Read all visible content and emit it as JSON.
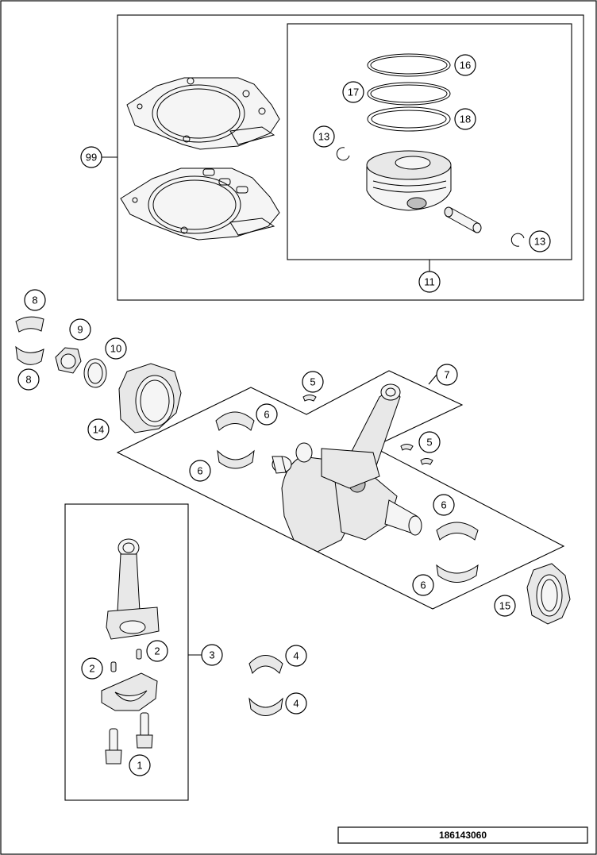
{
  "diagram": {
    "document_number": "186143060",
    "callouts": [
      {
        "id": "c99",
        "label": "99"
      },
      {
        "id": "c16",
        "label": "16"
      },
      {
        "id": "c17",
        "label": "17"
      },
      {
        "id": "c18",
        "label": "18"
      },
      {
        "id": "c13a",
        "label": "13"
      },
      {
        "id": "c13b",
        "label": "13"
      },
      {
        "id": "c11",
        "label": "11"
      },
      {
        "id": "c8a",
        "label": "8"
      },
      {
        "id": "c8b",
        "label": "8"
      },
      {
        "id": "c9",
        "label": "9"
      },
      {
        "id": "c10",
        "label": "10"
      },
      {
        "id": "c14",
        "label": "14"
      },
      {
        "id": "c5a",
        "label": "5"
      },
      {
        "id": "c5b",
        "label": "5"
      },
      {
        "id": "c7",
        "label": "7"
      },
      {
        "id": "c6a",
        "label": "6"
      },
      {
        "id": "c6b",
        "label": "6"
      },
      {
        "id": "c6c",
        "label": "6"
      },
      {
        "id": "c6d",
        "label": "6"
      },
      {
        "id": "c15",
        "label": "15"
      },
      {
        "id": "c3",
        "label": "3"
      },
      {
        "id": "c2a",
        "label": "2"
      },
      {
        "id": "c2b",
        "label": "2"
      },
      {
        "id": "c4a",
        "label": "4"
      },
      {
        "id": "c4b",
        "label": "4"
      },
      {
        "id": "c1",
        "label": "1"
      }
    ]
  }
}
